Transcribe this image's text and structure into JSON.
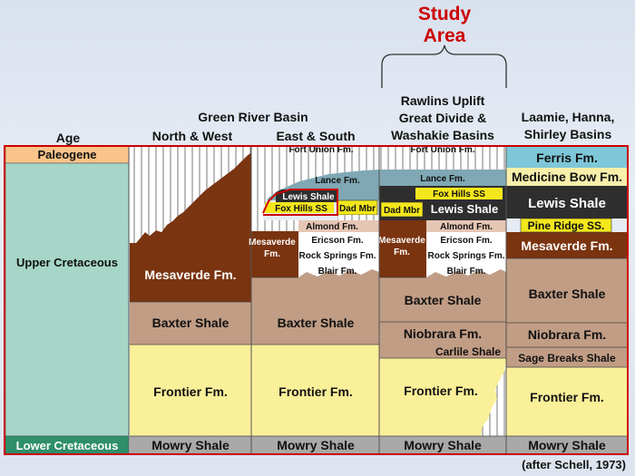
{
  "study_area": {
    "line1": "Study",
    "line2": "Area"
  },
  "headers": {
    "age": "Age",
    "green_river": "Green River Basin",
    "north_west": "North & West",
    "east_south": "East & South",
    "rawlins_1": "Rawlins Uplift",
    "rawlins_2": "Great Divide &",
    "rawlins_3": "Washakie Basins",
    "laramie_1": "Laamie, Hanna,",
    "laramie_2": "Shirley Basins"
  },
  "ages": {
    "paleogene": "Paleogene",
    "upper_cretaceous": "Upper Cretaceous",
    "lower_cretaceous": "Lower Cretaceous"
  },
  "units": {
    "fort_union": "Fort Union Fm.",
    "lance": "Lance Fm.",
    "lewis_shale": "Lewis Shale",
    "fox_hills": "Fox Hills SS",
    "dad_mbr": "Dad Mbr",
    "almond": "Almond Fm.",
    "ericson": "Ericson Fm.",
    "rock_springs": "Rock Springs Fm.",
    "blair": "Blair Fm.",
    "mesaverde": "Mesaverde Fm.",
    "mesaverde_1": "Mesaverde",
    "mesaverde_2": "Fm.",
    "baxter": "Baxter Shale",
    "niobrara": "Niobrara Fm.",
    "carlile": "Carlile Shale",
    "sage_breaks": "Sage Breaks Shale",
    "frontier": "Frontier Fm.",
    "mowry": "Mowry Shale",
    "ferris": "Ferris Fm.",
    "medicine_bow": "Medicine Bow Fm.",
    "pine_ridge": "Pine Ridge SS."
  },
  "citation": "(after Schell, 1973)",
  "colors": {
    "paleogene": "#f9c48a",
    "upper_cretaceous": "#a6d6c8",
    "lower_cretaceous": "#2e8f6a",
    "mesaverde": "#7a3410",
    "shale_tan": "#c19d85",
    "frontier": "#faf09a",
    "mowry": "#a9a9a9",
    "lance_teal": "#7fa8b4",
    "lewis_dark": "#2e2e2e",
    "fox_hills": "#f3e71c",
    "almond": "#e6c6b4",
    "ferris": "#7ec7d8",
    "medicine_bow": "#f7efaa",
    "study_area_red": "#cc0000"
  }
}
